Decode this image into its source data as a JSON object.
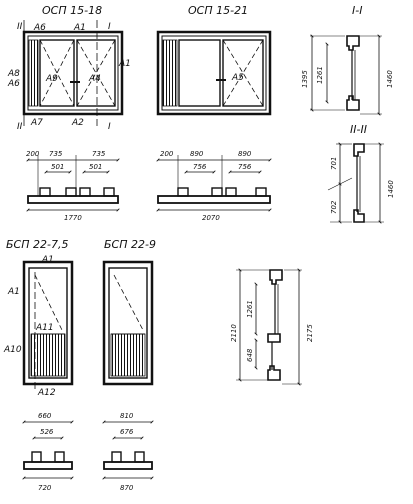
{
  "titles": {
    "osp_15_18": "ОСП 15-18",
    "osp_15_21": "ОСП 15-21",
    "sec_1": "I-I",
    "sec_2": "II-II",
    "bsp_22_75": "БСП 22-7,5",
    "bsp_22_9": "БСП 22-9"
  },
  "osp1518": {
    "roman_top_left": "II",
    "roman_top_right": "I",
    "roman_bot_left": "II",
    "roman_bot_right": "I",
    "a6": "А6",
    "a1_top": "А1",
    "a1_right": "А1",
    "a8": "А8",
    "a6_left": "А6",
    "a9": "А9",
    "a4": "А4",
    "a7": "А7",
    "a2": "А2"
  },
  "osp1521": {
    "a5": "А5"
  },
  "sec1": {
    "d1395": "1395",
    "d1261": "1261",
    "d1460": "1460"
  },
  "sec2": {
    "d701": "701",
    "d702": "702",
    "d1460": "1460"
  },
  "plan1518": {
    "d200": "200",
    "d735a": "735",
    "d735b": "735",
    "d501a": "501",
    "d501b": "501",
    "total": "1770"
  },
  "plan1521": {
    "d200": "200",
    "d890a": "890",
    "d890b": "890",
    "d756a": "756",
    "d756b": "756",
    "total": "2070"
  },
  "bsp75": {
    "a1_top": "А1",
    "a1_left": "А1",
    "a11": "А11",
    "a10": "А10",
    "a12": "А12"
  },
  "sec3": {
    "d2110": "2110",
    "d1261": "1261",
    "d648": "648",
    "d2175": "2175"
  },
  "plan75": {
    "d660": "660",
    "d526": "526",
    "total": "720"
  },
  "plan9": {
    "d810": "810",
    "d676": "676",
    "total": "870"
  }
}
